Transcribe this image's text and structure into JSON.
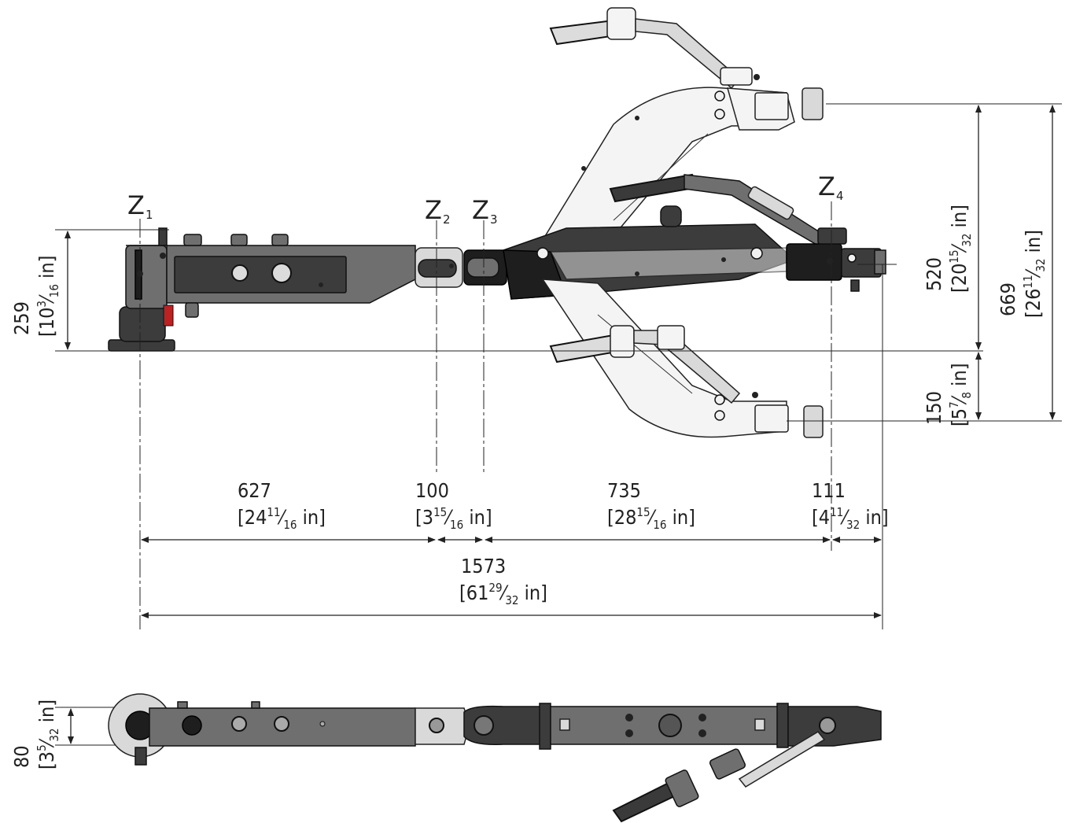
{
  "zones": [
    {
      "letter": "Z",
      "sub": "1"
    },
    {
      "letter": "Z",
      "sub": "2"
    },
    {
      "letter": "Z",
      "sub": "3"
    },
    {
      "letter": "Z",
      "sub": "4"
    }
  ],
  "dimensions": {
    "d627": {
      "value": "627",
      "whole": "24",
      "num": "11",
      "den": "16",
      "unit": "in"
    },
    "d100": {
      "value": "100",
      "whole": "3",
      "num": "15",
      "den": "16",
      "unit": "in"
    },
    "d735": {
      "value": "735",
      "whole": "28",
      "num": "15",
      "den": "16",
      "unit": "in"
    },
    "d111": {
      "value": "111",
      "whole": "4",
      "num": "11",
      "den": "32",
      "unit": "in"
    },
    "d1573": {
      "value": "1573",
      "whole": "61",
      "num": "29",
      "den": "32",
      "unit": "in"
    },
    "d259": {
      "value": "259",
      "whole": "10",
      "num": "3",
      "den": "16",
      "unit": "in"
    },
    "d520": {
      "value": "520",
      "whole": "20",
      "num": "15",
      "den": "32",
      "unit": "in"
    },
    "d669": {
      "value": "669",
      "whole": "26",
      "num": "11",
      "den": "32",
      "unit": "in"
    },
    "d150": {
      "value": "150",
      "whole": "5",
      "num": "7",
      "den": "8",
      "unit": "in"
    },
    "d80": {
      "value": "80",
      "whole": "3",
      "num": "5",
      "den": "32",
      "unit": "in"
    }
  },
  "colors": {
    "dark_metal": "#3c3c3c",
    "mid_metal": "#6f6f6f",
    "light_cover": "#f4f4f4",
    "line": "#222222"
  }
}
